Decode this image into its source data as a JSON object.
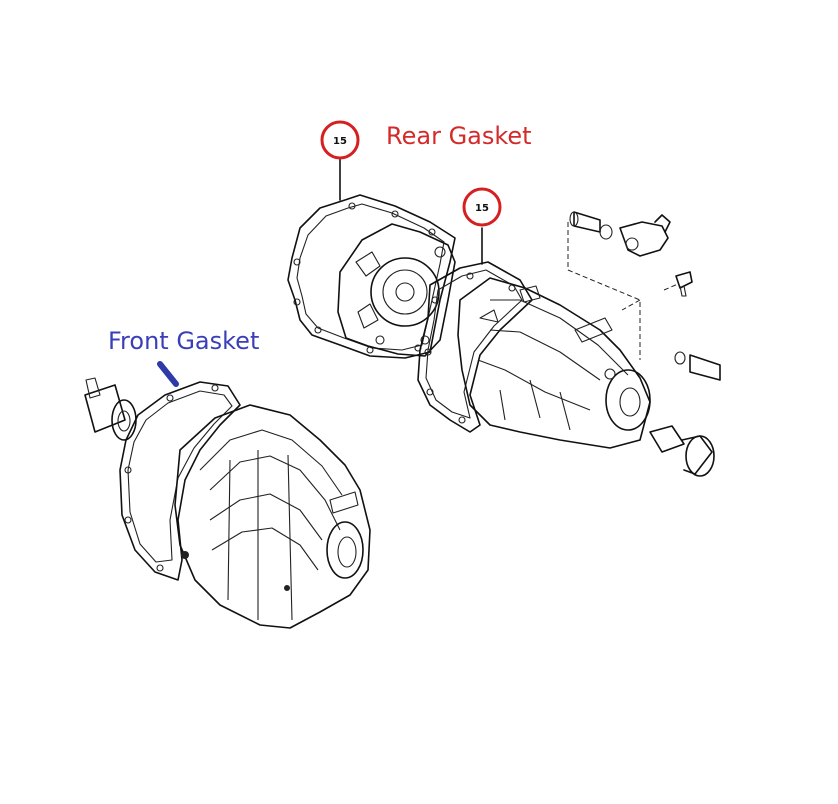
{
  "labels": {
    "rear": "Rear Gasket",
    "front": "Front Gasket"
  },
  "callouts": [
    {
      "number": "15"
    },
    {
      "number": "15"
    }
  ],
  "colors": {
    "rear_label": "#d42a2a",
    "front_label": "#3a3fb8",
    "circle": "#d42020",
    "front_arrow": "#2d3aa8",
    "line_art": "#111111"
  }
}
